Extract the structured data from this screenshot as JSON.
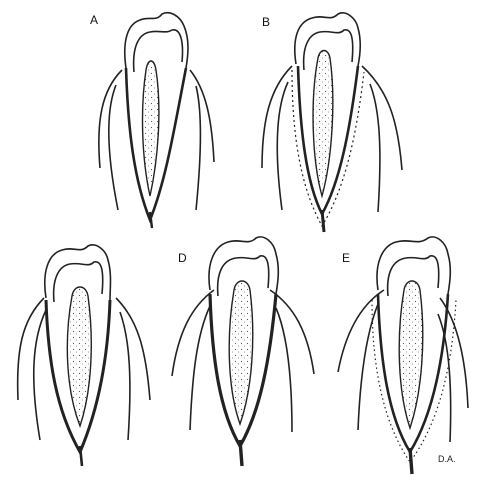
{
  "figure": {
    "panels": [
      {
        "id": "A",
        "label": "A"
      },
      {
        "id": "B",
        "label": "B"
      },
      {
        "id": "C",
        "label": ""
      },
      {
        "id": "D",
        "label": "D"
      },
      {
        "id": "E",
        "label": "E"
      }
    ],
    "signature": "D.A.",
    "ink_color": "#1a1a1a",
    "background_color": "#ffffff"
  }
}
